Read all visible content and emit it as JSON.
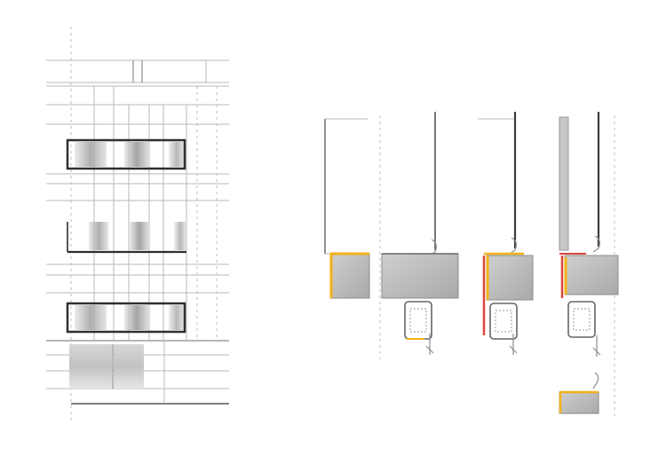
{
  "diagram": {
    "colors": {
      "background": "#ffffff",
      "line": "#b9b9b9",
      "dark_line": "#3c3c3c",
      "concrete": "#bdbdbd",
      "insulation_yellow": "#f2b21a",
      "membrane_red": "#e0453a"
    },
    "elevation": {
      "balcony_levels": 3,
      "entrance_panels": 2
    },
    "sections": [
      {
        "index": 1,
        "layers": [
          "concrete-slab",
          "yellow-insulation"
        ]
      },
      {
        "index": 2,
        "layers": [
          "concrete-slab",
          "window-frame"
        ]
      },
      {
        "index": 3,
        "layers": [
          "concrete-slab",
          "red-membrane",
          "yellow-insulation",
          "window-frame"
        ]
      },
      {
        "index": 4,
        "layers": [
          "concrete-slab",
          "red-membrane",
          "yellow-insulation",
          "window-frame",
          "lower-slab"
        ]
      }
    ]
  }
}
